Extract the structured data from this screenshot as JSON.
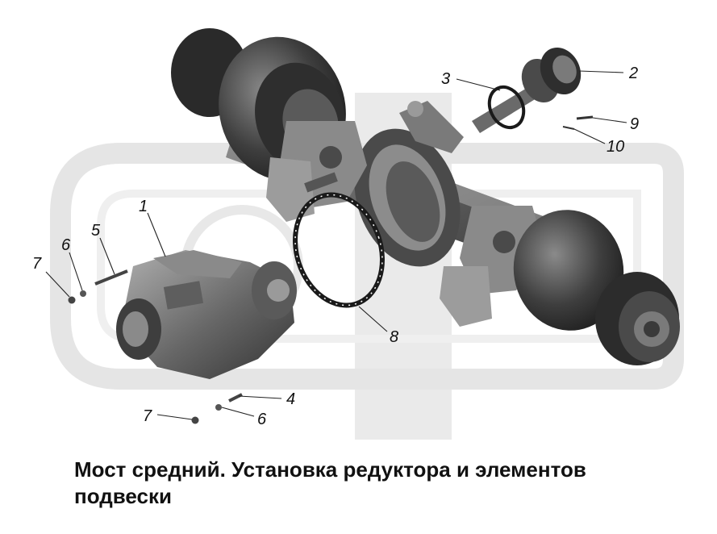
{
  "caption": "Мост средний. Установка редуктора и элементов подвески",
  "callouts": [
    "1",
    "2",
    "3",
    "4",
    "5",
    "6",
    "6",
    "7",
    "7",
    "8",
    "9",
    "10"
  ],
  "colors": {
    "part_dark": "#3a3a3a",
    "part_mid": "#6e6e6e",
    "part_light": "#a9a9a9",
    "watermark": "#d9d9d9",
    "text": "#111111"
  },
  "icons": {
    "watermark": "gear-logo-watermark",
    "diagram": "axle-assembly-illustration"
  }
}
